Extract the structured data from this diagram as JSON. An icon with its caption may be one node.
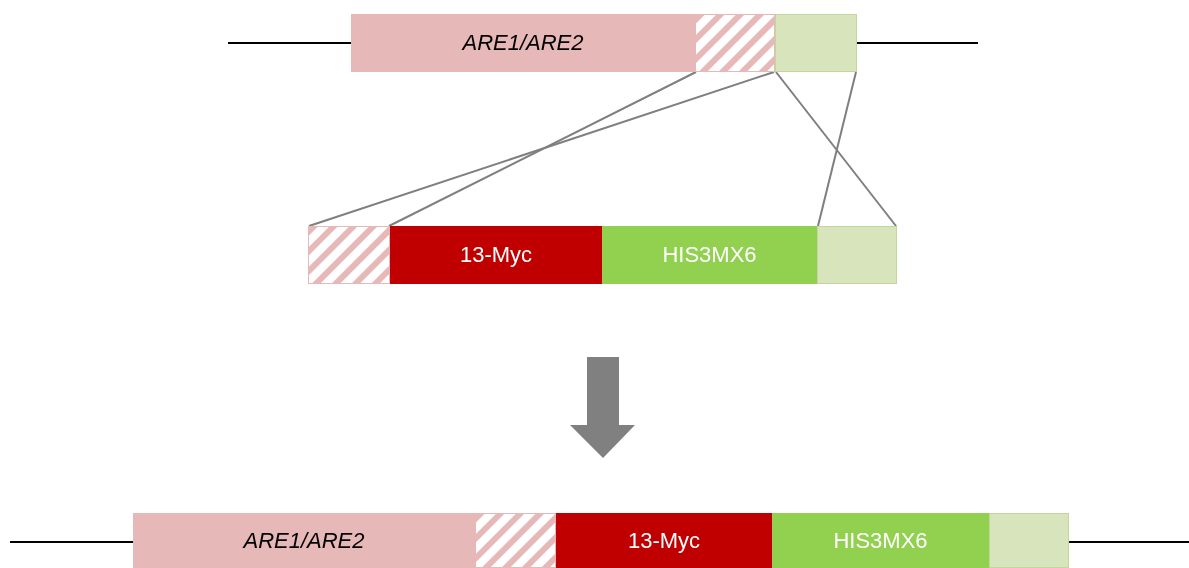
{
  "diagram": {
    "nodes": [
      {
        "text": [
          "ARE1/ARE2"
        ]
      },
      {
        "text": [],
        "shape": "box"
      },
      {
        "text": [],
        "shape": "box"
      },
      {
        "text": [],
        "shape": "box"
      },
      {
        "text": [
          "13-Myc"
        ]
      },
      {
        "text": [
          "HIS3MX6"
        ]
      },
      {
        "text": [],
        "shape": "box"
      },
      {
        "text": [
          "ARE1/ARE2"
        ]
      },
      {
        "text": [],
        "shape": "box"
      },
      {
        "text": [
          "13-Myc"
        ]
      },
      {
        "text": [
          "HIS3MX6"
        ]
      },
      {
        "text": [],
        "shape": "box"
      }
    ],
    "edges": [
      {
        "from": 1,
        "to": 3,
        "arrow": "none"
      },
      {
        "from": 1,
        "to": 3,
        "arrow": "none"
      },
      {
        "from": 2,
        "to": 6,
        "arrow": "none"
      },
      {
        "from": 2,
        "to": 6,
        "arrow": "none"
      }
    ]
  }
}
